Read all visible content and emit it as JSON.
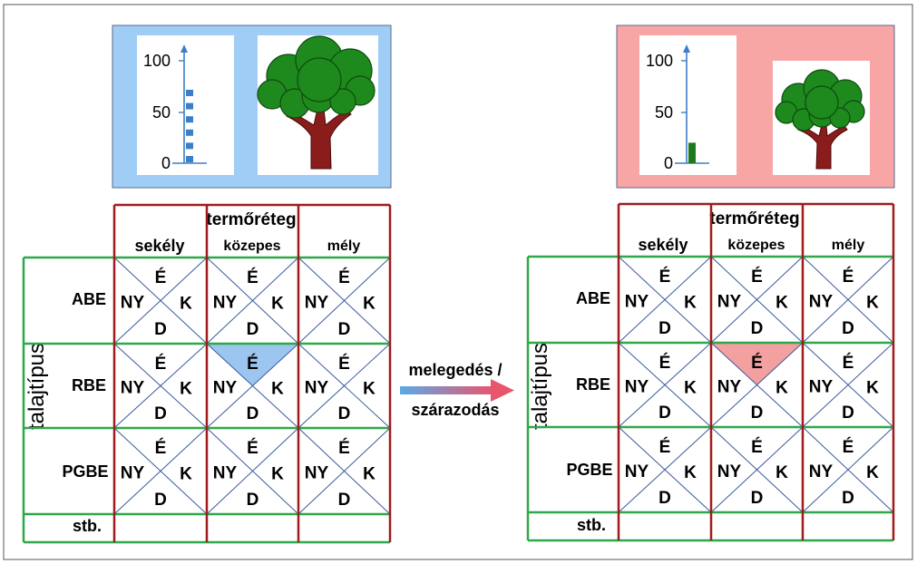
{
  "scale": {
    "max_label": "100",
    "mid_label": "50",
    "min_label": "0"
  },
  "left_panel": {
    "background_color": "#9fcdf6",
    "indicator": {
      "style": "dotted",
      "value": 77,
      "color": "#3c7ec8"
    }
  },
  "right_panel": {
    "background_color": "#f8a5a5",
    "indicator": {
      "style": "solid",
      "value": 20,
      "color": "#1d7a1d"
    }
  },
  "grid": {
    "column_header_title": "termőréteg",
    "columns": [
      "sekély",
      "közepes",
      "mély"
    ],
    "row_header_title": "talajtípus",
    "rows": [
      "ABE",
      "RBE",
      "PGBE",
      "stb."
    ],
    "directions": {
      "north": "É",
      "east": "K",
      "south": "D",
      "west": "NY"
    },
    "highlighted_cell": {
      "row": "RBE",
      "column": "közepes",
      "sector": "É"
    }
  },
  "transition": {
    "label_line1": "melegedés /",
    "label_line2": "szárazodás",
    "gradient_start": "#5aaae8",
    "gradient_end": "#e8566e"
  },
  "colors": {
    "column_border": "#a01c1c",
    "row_border": "#2ea84a",
    "cell_diagonal": "#3a5a9a",
    "highlight_left": "#9cc6f0",
    "highlight_right": "#f3a0a0",
    "tree_canopy": "#1e8a1e",
    "tree_trunk": "#8a1c1c"
  }
}
